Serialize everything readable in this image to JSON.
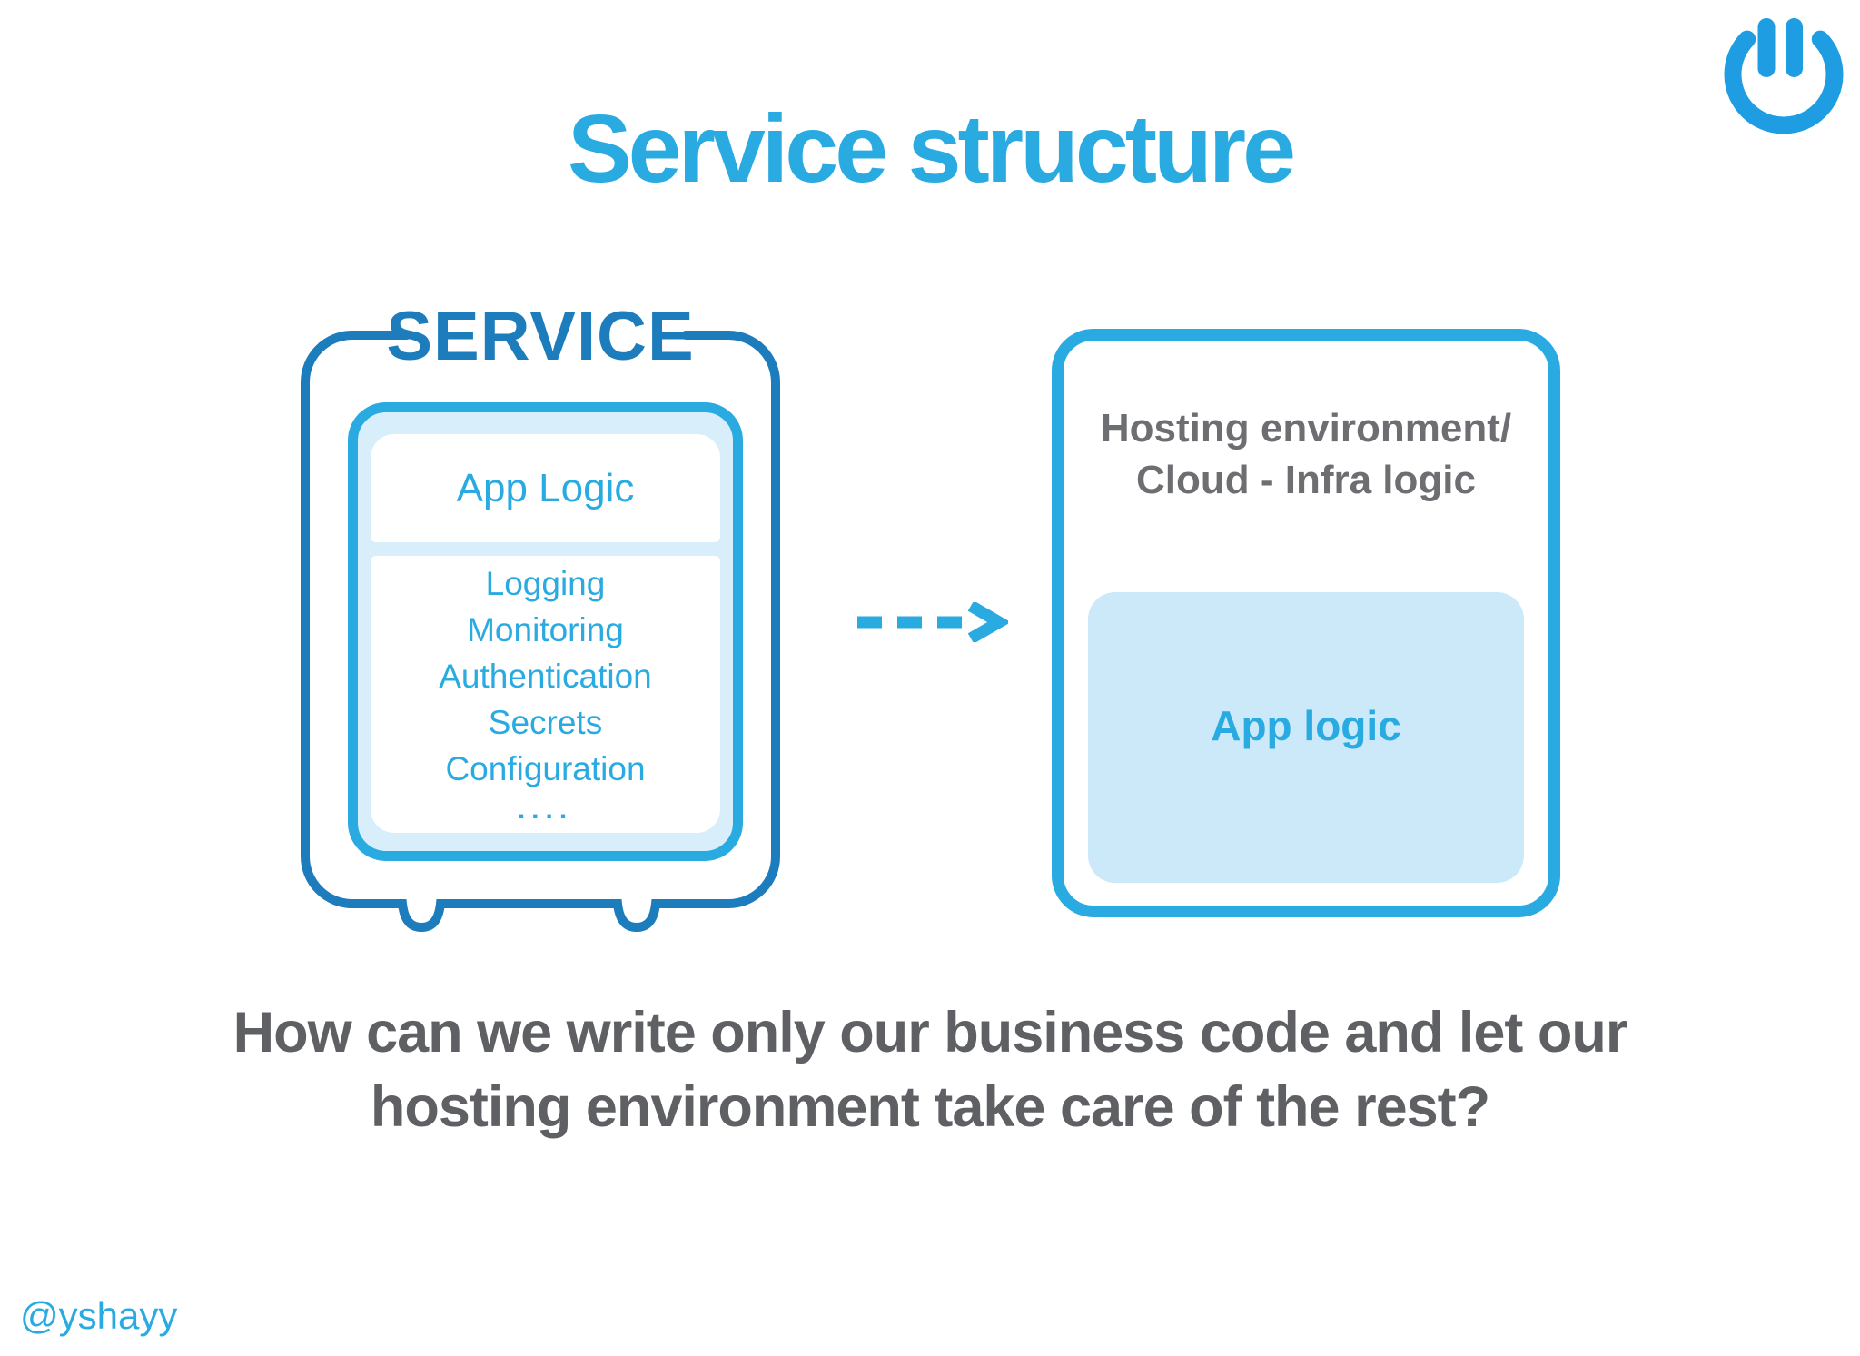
{
  "title": {
    "text": "Service structure"
  },
  "logo": {
    "icon": "power-logo-icon"
  },
  "service_diagram": {
    "label": "SERVICE",
    "app_logic_label": "App Logic",
    "items": [
      "Logging",
      "Monitoring",
      "Authentication",
      "Secrets",
      "Configuration",
      "...."
    ]
  },
  "arrow": {
    "icon": "dashed-right-arrow-icon",
    "direction": "right"
  },
  "hosting_diagram": {
    "title_line1": "Hosting environment/",
    "title_line2": "Cloud - Infra logic",
    "app_logic_label": "App logic"
  },
  "question": {
    "line1": "How can we write only our business code and let our",
    "line2": "hosting environment take care of the rest?"
  },
  "footer": {
    "handle": "@yshayy"
  },
  "colors": {
    "bright_blue": "#29abe2",
    "dark_blue": "#1d7dbc",
    "logo_blue": "#1e9de2",
    "light_blue_fill_left": "#d9eefb",
    "light_blue_fill_right": "#cbe9f8",
    "gray_heading": "#6d6e71",
    "gray_question": "#5e6063"
  }
}
